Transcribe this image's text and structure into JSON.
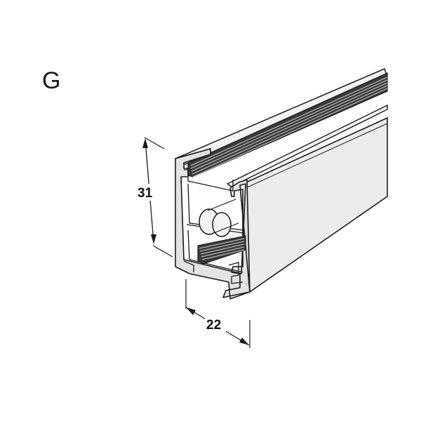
{
  "figure": {
    "letter": "G",
    "height_dimension": "31",
    "width_dimension": "22"
  },
  "colors": {
    "line": "#1a1a1a",
    "profile_fill": "#e3e3e3",
    "face_fill": "#ececec",
    "groove_dark": "#2b2b2b",
    "groove_light": "#bdbdbd"
  }
}
